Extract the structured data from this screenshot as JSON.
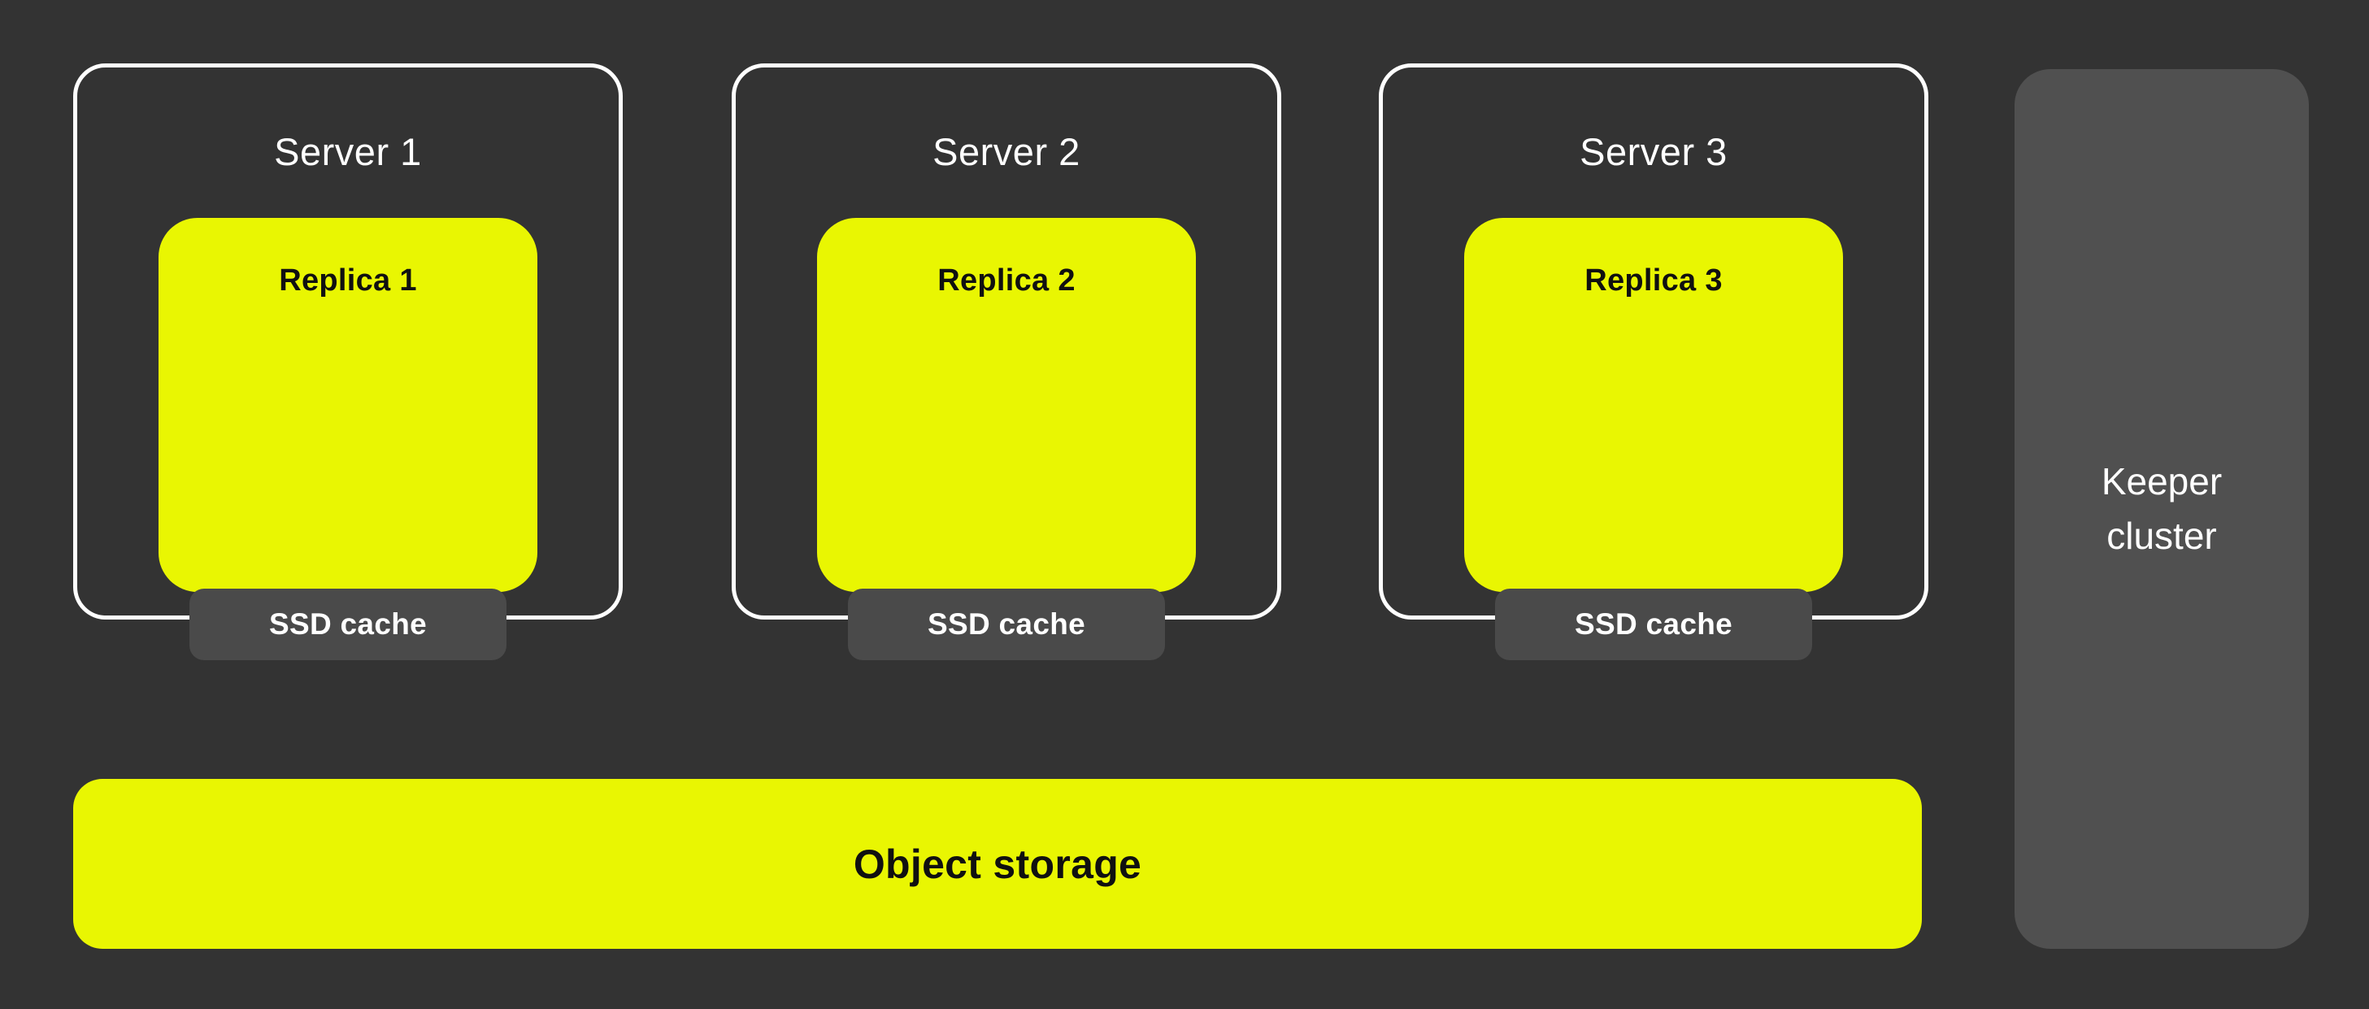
{
  "colors": {
    "background": "#333333",
    "accent-yellow": "#E9F602",
    "cache-gray": "#4A4A4A",
    "keeper-gray": "#505050",
    "border-white": "#FFFFFF",
    "text-light": "#FFFFFF",
    "text-dark": "#101010"
  },
  "servers": [
    {
      "title": "Server 1",
      "replica": "Replica 1",
      "cache": "SSD cache"
    },
    {
      "title": "Server 2",
      "replica": "Replica 2",
      "cache": "SSD cache"
    },
    {
      "title": "Server 3",
      "replica": "Replica 3",
      "cache": "SSD cache"
    }
  ],
  "keeper": {
    "label": "Keeper cluster"
  },
  "object_storage": {
    "label": "Object storage"
  }
}
